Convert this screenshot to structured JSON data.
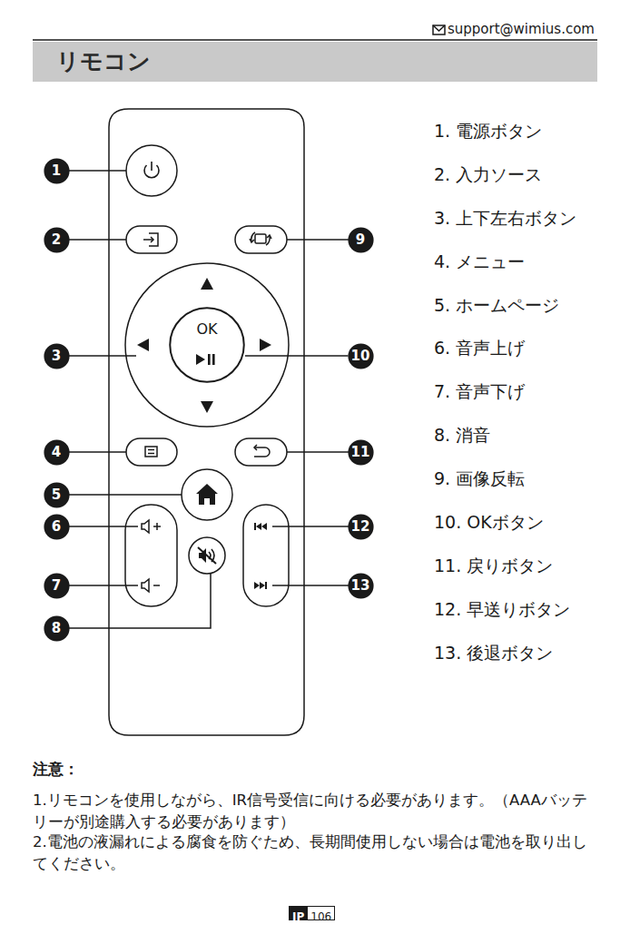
{
  "diagram": {
    "title": "リモコン",
    "nodes": [
      {
        "text": [
          "リモコン"
        ]
      },
      {
        "text": [
          "1"
        ]
      },
      {
        "text": [
          "2"
        ]
      },
      {
        "text": [
          "9"
        ]
      },
      {
        "text": [
          "3"
        ]
      },
      {
        "text": [
          "OK"
        ]
      },
      {
        "text": [
          "10"
        ]
      },
      {
        "text": [
          "4"
        ]
      },
      {
        "text": [
          "11"
        ]
      },
      {
        "text": [
          "5"
        ]
      },
      {
        "text": [
          "6"
        ]
      },
      {
        "text": [
          "12"
        ]
      },
      {
        "text": [
          "7"
        ]
      },
      {
        "text": [
          "13"
        ]
      },
      {
        "text": [
          "8"
        ]
      },
      {
        "text": [
          "JP"
        ]
      },
      {
        "text": [
          "106"
        ]
      }
    ],
    "edges": [
      {
        "from": 6,
        "to": 5,
        "arrow": "none"
      }
    ],
    "labels": [
      "support@wimius.com",
      "1. 電源ボタン",
      "2. 入力ソース",
      "3. 上下左右ボタン",
      "4. メニュー",
      "5. ホームページ",
      "6. 音声上げ",
      "7. 音声下げ",
      "8. 消音",
      "9. 画像反転",
      "10. OKボタン",
      "11. 戻りボタン",
      "12. 早送りボタン",
      "13. 後退ボタン",
      "注意：",
      "1.リモコンを使用しながら、IR信号受信に向ける必要があります。（AAAバッテリーが別途購入する必要があります）",
      "2.電池の液漏れによる腐食を防ぐため、長期間使用しない場合は電池を取り出してください。"
    ]
  }
}
